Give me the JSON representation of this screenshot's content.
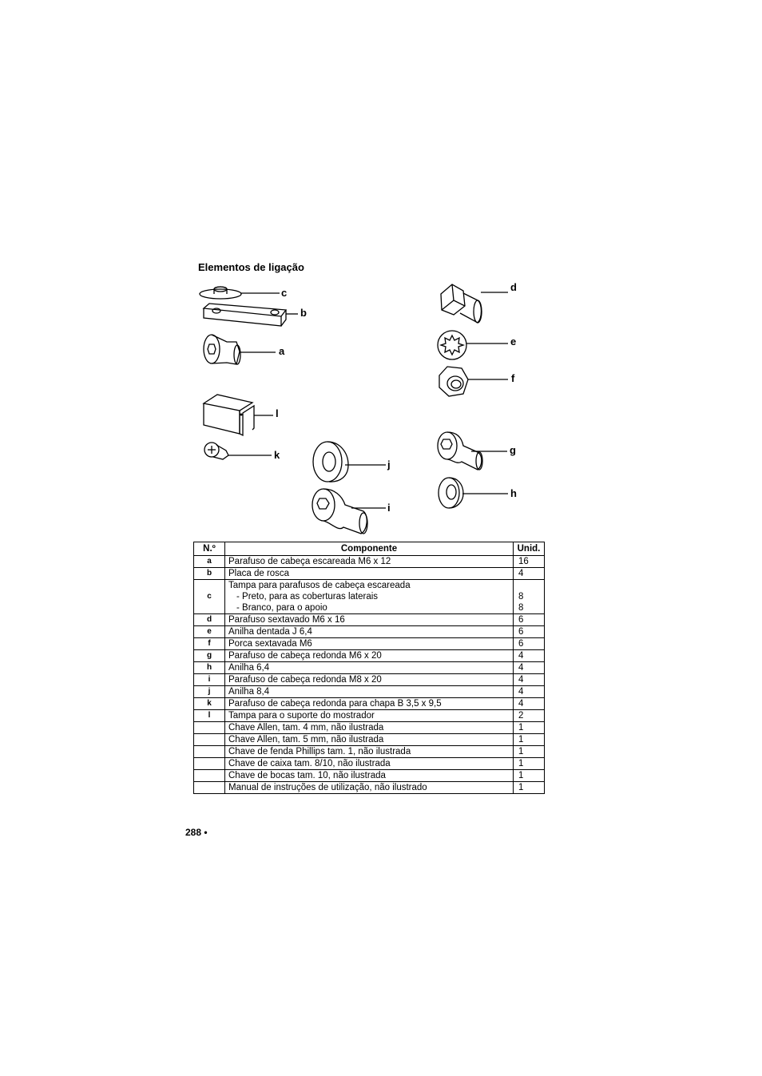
{
  "section_title": "Elementos de ligação",
  "figure_labels": {
    "a": "a",
    "b": "b",
    "c": "c",
    "d": "d",
    "e": "e",
    "f": "f",
    "g": "g",
    "h": "h",
    "i": "i",
    "j": "j",
    "k": "k",
    "l": "l"
  },
  "table": {
    "headers": {
      "no": "N.º",
      "component": "Componente",
      "units": "Unid."
    },
    "rows": [
      {
        "no": "a",
        "component": "Parafuso de cabeça escareada M6 x 12",
        "units": "16"
      },
      {
        "no": "b",
        "component": "Placa de rosca",
        "units": "4"
      },
      {
        "no": "c",
        "component": "Tampa para parafusos de cabeça escareada",
        "sub": [
          "-  Preto, para as coberturas laterais",
          "-  Branco, para o apoio"
        ],
        "sub_units": [
          "8",
          "8"
        ],
        "units": ""
      },
      {
        "no": "d",
        "component": "Parafuso sextavado M6 x 16",
        "units": "6"
      },
      {
        "no": "e",
        "component": "Anilha dentada J 6,4",
        "units": "6"
      },
      {
        "no": "f",
        "component": "Porca sextavada M6",
        "units": "6"
      },
      {
        "no": "g",
        "component": "Parafuso de cabeça redonda M6 x 20",
        "units": "4"
      },
      {
        "no": "h",
        "component": "Anilha 6,4",
        "units": "4"
      },
      {
        "no": "i",
        "component": "Parafuso de cabeça redonda M8 x 20",
        "units": "4"
      },
      {
        "no": "j",
        "component": "Anilha 8,4",
        "units": "4"
      },
      {
        "no": "k",
        "component": "Parafuso de cabeça redonda para chapa B 3,5 x 9,5",
        "units": "4"
      },
      {
        "no": "l",
        "component": "Tampa para o suporte do mostrador",
        "units": "2"
      },
      {
        "no": "",
        "component": "Chave Allen, tam. 4 mm, não ilustrada",
        "units": "1"
      },
      {
        "no": "",
        "component": "Chave Allen, tam. 5 mm, não ilustrada",
        "units": "1"
      },
      {
        "no": "",
        "component": "Chave de fenda Phillips tam. 1, não ilustrada",
        "units": "1"
      },
      {
        "no": "",
        "component": "Chave de caixa tam. 8/10, não ilustrada",
        "units": "1"
      },
      {
        "no": "",
        "component": "Chave de bocas tam. 10, não ilustrada",
        "units": "1"
      },
      {
        "no": "",
        "component": "Manual de instruções de utilização, não ilustrado",
        "units": "1"
      }
    ]
  },
  "footer": "288 •"
}
